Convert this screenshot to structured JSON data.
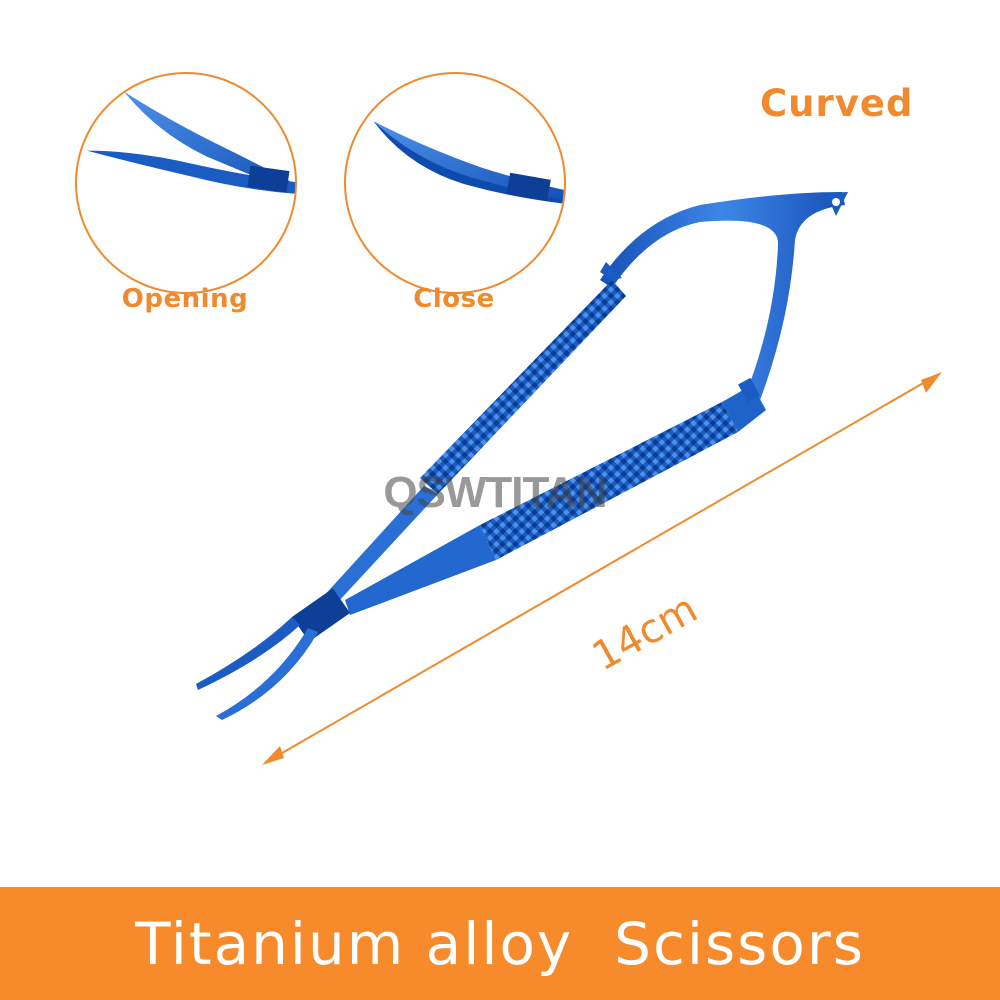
{
  "details": {
    "opening_label": "Opening",
    "close_label": "Close"
  },
  "variant_label": "Curved",
  "watermark": "QSWTITAN",
  "size_label": "14cm",
  "banner_title": "Titanium alloy  Scissors",
  "colors": {
    "accent": "#f08a2e",
    "banner": "#f78a2b",
    "instrument_blue": "#1e63c8",
    "instrument_dark": "#0d3f96",
    "instrument_light": "#6aa8f0"
  }
}
